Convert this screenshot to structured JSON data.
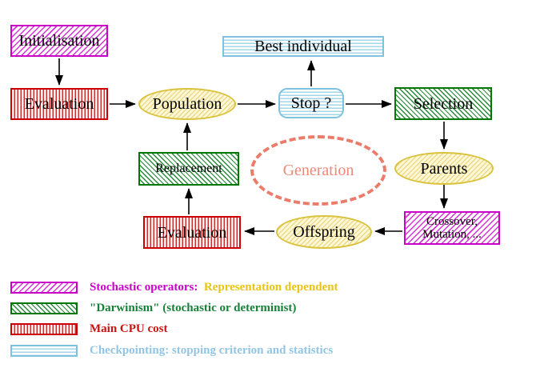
{
  "diagram": {
    "title": "Evolutionary algorithm flow diagram",
    "nodes": {
      "initialisation": "Initialisation",
      "evaluation_top": "Evaluation",
      "population": "Population",
      "best_individual": "Best individual",
      "stop": "Stop ?",
      "selection": "Selection",
      "parents": "Parents",
      "replacement": "Replacement",
      "generation": "Generation",
      "evaluation_bottom": "Evaluation",
      "offspring": "Offspring",
      "crossover_line1": "Crossover,",
      "crossover_line2": "Mutation, ..."
    },
    "legend": [
      {
        "swatch": "magenta-hatch",
        "text": "Stochastic operators:",
        "text2": "Representation dependent"
      },
      {
        "swatch": "green-hatch",
        "text": "\"Darwinism\" (stochastic or determinist)"
      },
      {
        "swatch": "red-stripes",
        "text": "Main CPU cost"
      },
      {
        "swatch": "cyan-stripes",
        "text": "Checkpointing: stopping criterion and statistics"
      }
    ],
    "colors": {
      "magenta": "#cc00cc",
      "green": "#007700",
      "red": "#cc0000",
      "cyan": "#7fc2dd",
      "yellow": "#d9c23c",
      "yellow_text": "#e9c413",
      "salmon": "#ec7b69",
      "black": "#000000"
    }
  }
}
